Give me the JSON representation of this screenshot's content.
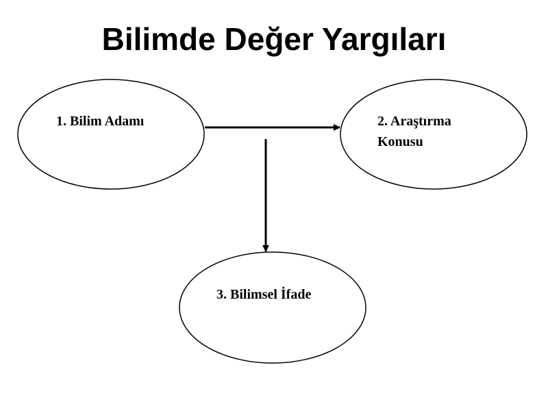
{
  "title": "Bilimde Değer Yargıları",
  "nodes": {
    "bilim_adami": "1. Bilim Adamı",
    "arastirma_konusu_line1": "2. Araştırma",
    "arastirma_konusu_line2": "Konusu",
    "bilimsel_ifade": "3. Bilimsel İfade"
  }
}
